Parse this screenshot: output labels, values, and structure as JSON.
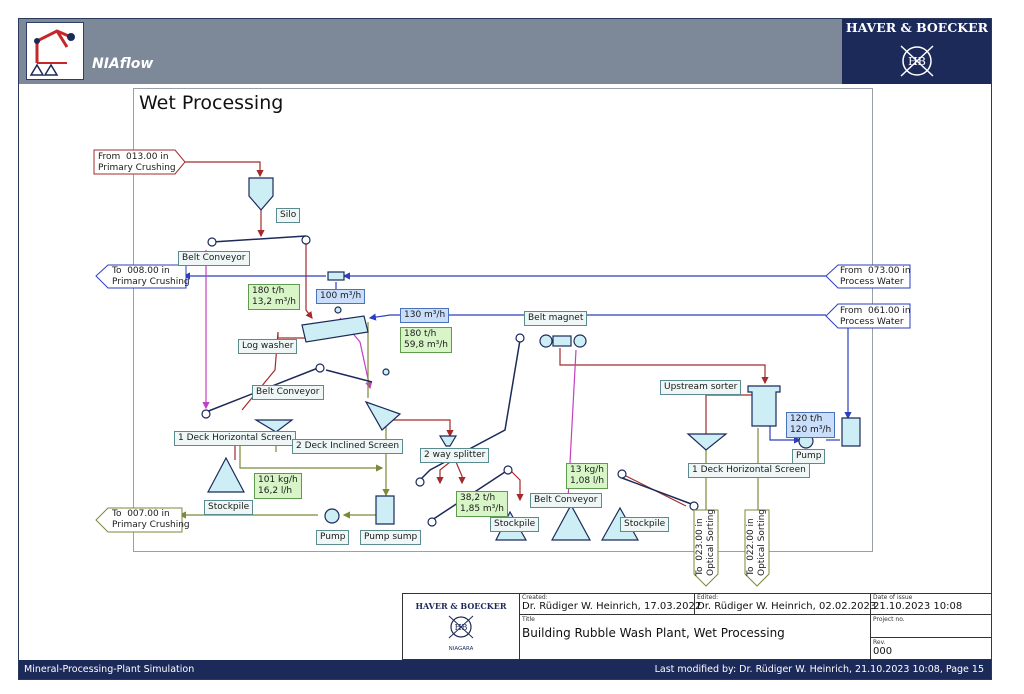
{
  "header": {
    "app_name": "NIAflow",
    "company": "HAVER & BOECKER"
  },
  "diagram": {
    "title": "Wet Processing",
    "connectors": {
      "from_primary_crushing": "From  013.00 in\nPrimary Crushing",
      "to_008": "To  008.00 in\nPrimary Crushing",
      "to_007": "To  007.00 in\nPrimary Crushing",
      "from_073": "From  073.00 in\nProcess Water",
      "from_061": "From  061.00 in\nProcess Water",
      "to_023": "To  023.00 in\nOptical Sorting",
      "to_022": "To  022.00 in\nOptical Sorting"
    },
    "labels": {
      "silo": "Silo",
      "belt_conveyor_1": "Belt Conveyor",
      "log_washer": "Log washer",
      "belt_conveyor_2": "Belt Conveyor",
      "deck_horizontal_1": "1 Deck Horizontal Screen",
      "deck_inclined": "2 Deck Inclined Screen",
      "stockpile_1": "Stockpile",
      "pump_1": "Pump",
      "pump_sump": "Pump sump",
      "two_way_splitter": "2 way splitter",
      "stockpile_2": "Stockpile",
      "belt_conveyor_3": "Belt Conveyor",
      "stockpile_3": "Stockpile",
      "belt_magnet": "Belt magnet",
      "upstream_sorter": "Upstream sorter",
      "deck_horizontal_2": "1 Deck Horizontal Screen",
      "pump_2": "Pump"
    },
    "flows": {
      "f1": "180 t/h\n13,2 m³/h",
      "f2": "180 t/h\n59,8 m³/h",
      "f3": "101 kg/h\n16,2 l/h",
      "f4": "38,2 t/h\n1,85 m³/h",
      "f5": "13 kg/h\n1,08 l/h"
    },
    "water": {
      "w1": "100 m³/h",
      "w2": "130 m³/h",
      "w3": "120 t/h\n120 m³/h"
    }
  },
  "title_block": {
    "company": "HAVER & BOECKER",
    "location": "NIAGARA",
    "created_label": "Created:",
    "created_value": "Dr. Rüdiger W. Heinrich, 17.03.2022",
    "edited_label": "Edited:",
    "edited_value": "Dr. Rüdiger W. Heinrich, 02.02.2023",
    "issue_label": "Date of issue",
    "issue_value": "21.10.2023 10:08",
    "title_label": "Title",
    "title_value": "Building Rubble Wash Plant, Wet Processing",
    "project_label": "Project no.",
    "project_value": "",
    "rev_label": "Rev.",
    "rev_value": "000"
  },
  "footer": {
    "left": "Mineral-Processing-Plant Simulation",
    "right": "Last modified by: Dr. Rüdiger W. Heinrich, 21.10.2023 10:08, Page 15"
  },
  "colors": {
    "header_bg": "#7d8898",
    "brand_navy": "#1c2a5a",
    "material_line": "#a52a2a",
    "water_line": "#2b3fbf",
    "fines_line": "#c040c0",
    "slurry_line": "#7a8a3a",
    "equipment_fill": "#cdeef4",
    "equipment_stroke": "#1c2a5a"
  }
}
